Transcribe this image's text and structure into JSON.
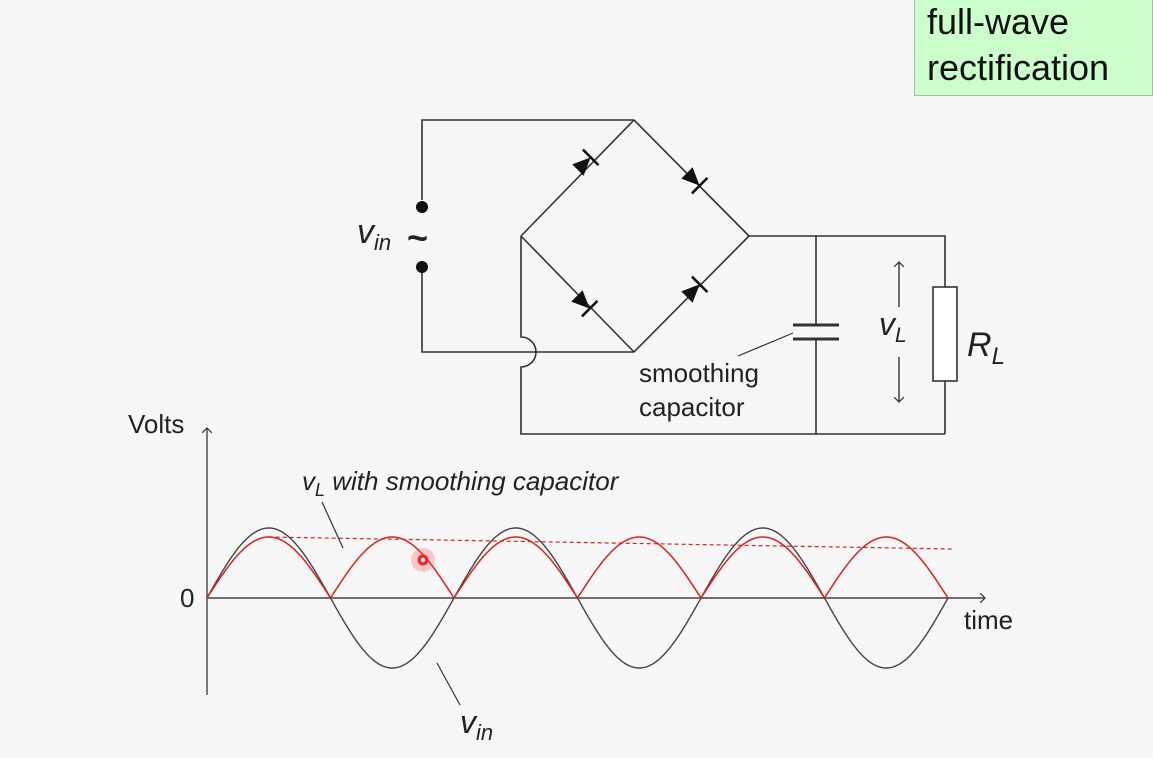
{
  "tag": {
    "line1": "full-wave",
    "line2": "rectification"
  },
  "circuit": {
    "source_symbol": "v",
    "source_subscript": "in",
    "source_glyph": "~",
    "load_voltage_symbol": "v",
    "load_voltage_subscript": "L",
    "resistor_symbol": "R",
    "resistor_subscript": "L",
    "capacitor_label_line1": "smoothing",
    "capacitor_label_line2": "capacitor"
  },
  "graph": {
    "y_axis_label": "Volts",
    "x_axis_label": "time",
    "zero_label": "0",
    "vl_label_symbol": "v",
    "vl_label_subscript": "L",
    "vl_label_text": " with smoothing capacitor",
    "vin_label_symbol": "v",
    "vin_label_subscript": "in"
  },
  "colors": {
    "vin_wave": "#444444",
    "rectified_wave": "#e02020",
    "smoothed_wave": "#e02020",
    "tag_background": "#ccffcc",
    "pointer": "#ff2020"
  }
}
